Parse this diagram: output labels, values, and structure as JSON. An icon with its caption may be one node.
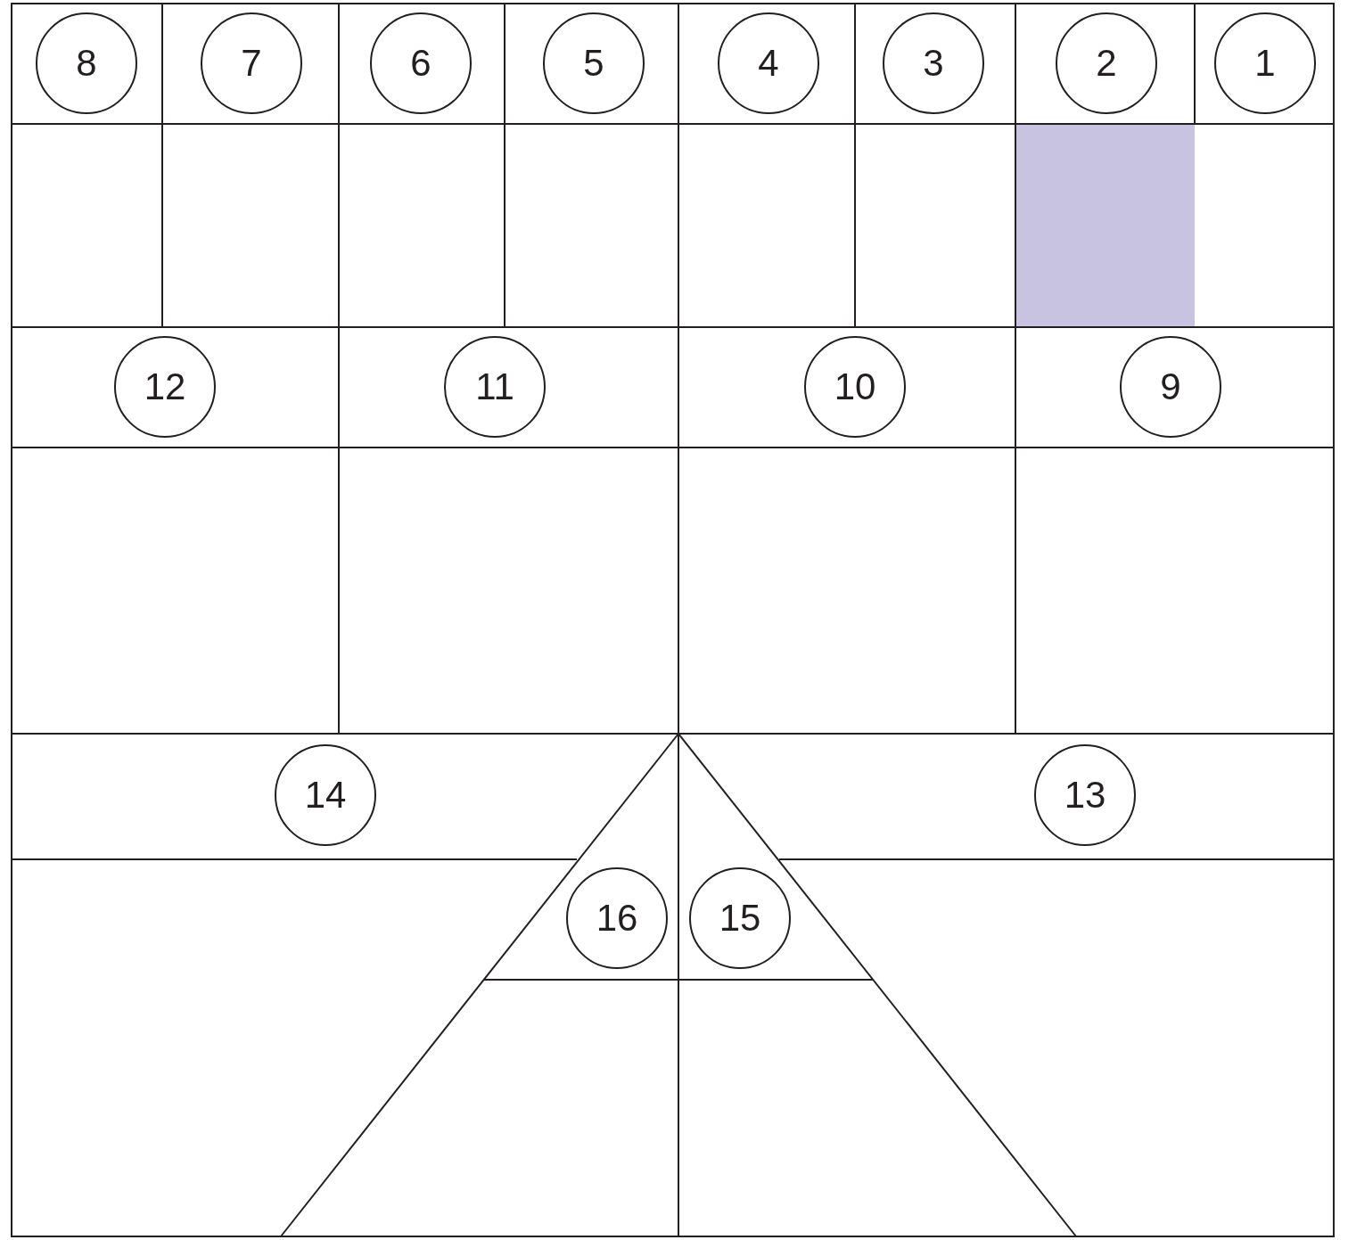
{
  "diagram": {
    "nodes": [
      {
        "text": [
          "8"
        ]
      },
      {
        "text": [
          "7"
        ]
      },
      {
        "text": [
          "6"
        ]
      },
      {
        "text": [
          "5"
        ]
      },
      {
        "text": [
          "4"
        ]
      },
      {
        "text": [
          "3"
        ]
      },
      {
        "text": [
          "2"
        ]
      },
      {
        "text": [
          "1"
        ]
      },
      {
        "text": [
          "12"
        ]
      },
      {
        "text": [
          "11"
        ]
      },
      {
        "text": [
          "10"
        ]
      },
      {
        "text": [
          "9"
        ]
      },
      {
        "text": [
          "14"
        ]
      },
      {
        "text": [
          "13"
        ]
      },
      {
        "text": [
          "16"
        ]
      },
      {
        "text": [
          "15"
        ]
      }
    ],
    "edges": []
  }
}
